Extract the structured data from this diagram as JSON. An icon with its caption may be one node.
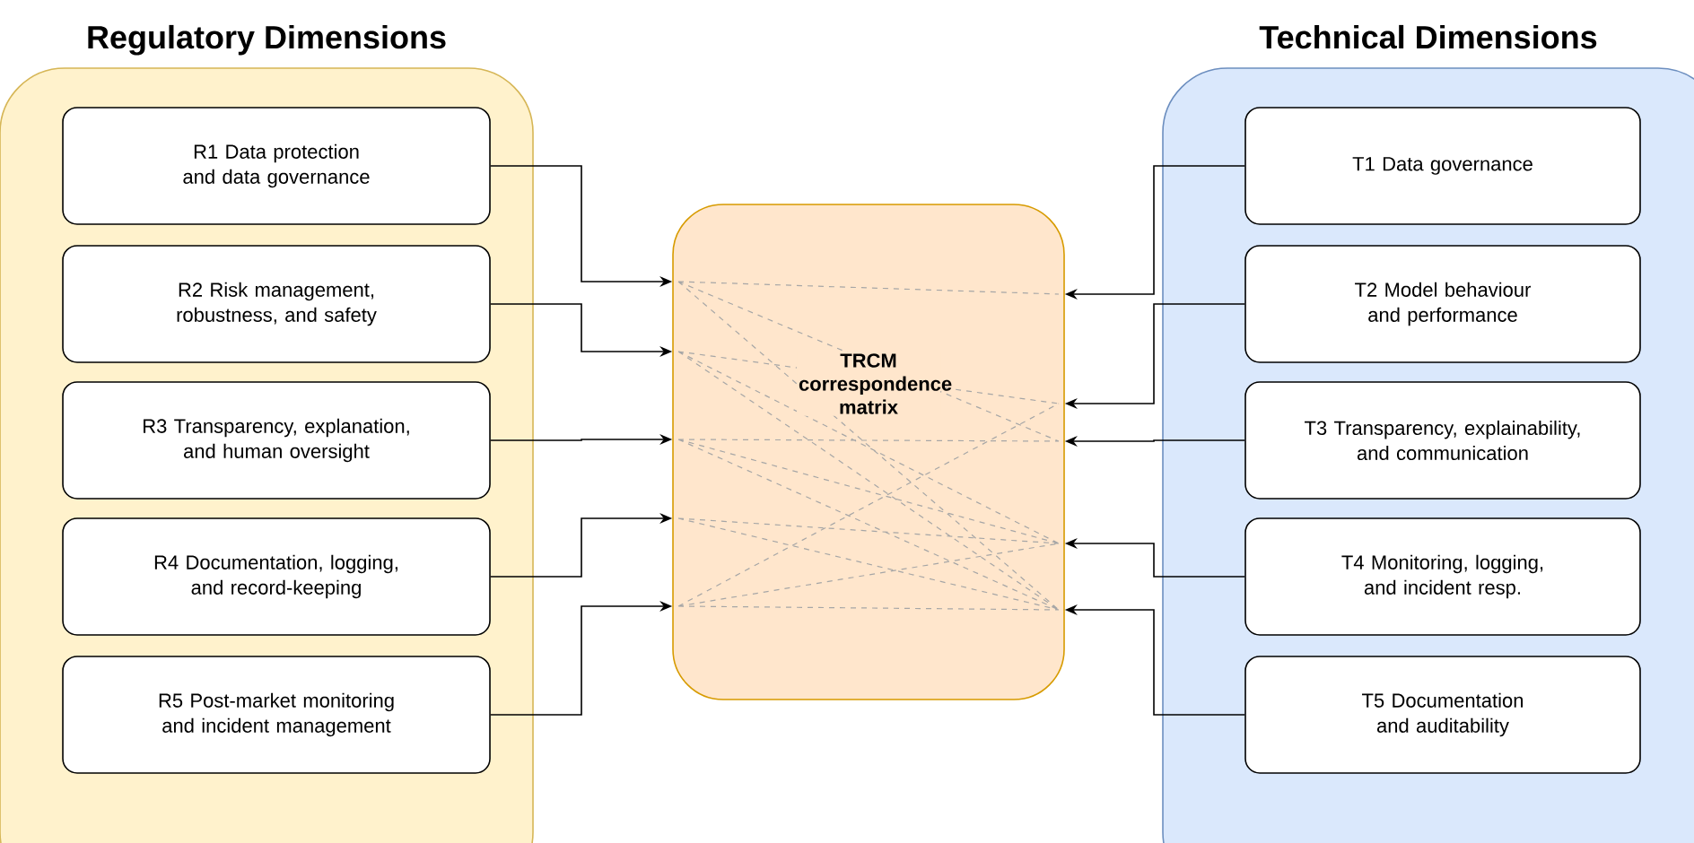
{
  "diagram": {
    "nodes": [
      {
        "text": [
          "Regulatory Dimensions"
        ]
      },
      {
        "text": [
          "R1 Data protection and data governance"
        ],
        "in": 0
      },
      {
        "text": [
          "R2 Risk management, robustness, and safety"
        ],
        "in": 0
      },
      {
        "text": [
          "R3 Transparency, explanation, and human oversight"
        ],
        "in": 0
      },
      {
        "text": [
          "R4 Documentation, logging, and record-keeping"
        ],
        "in": 0
      },
      {
        "text": [
          "R5 Post-market monitoring and incident management"
        ],
        "in": 0
      },
      {
        "text": [
          "TRCM correspondence matrix"
        ]
      },
      {
        "text": [
          "Technical Dimensions"
        ]
      },
      {
        "text": [
          "T1 Data governance"
        ],
        "in": 7
      },
      {
        "text": [
          "T2 Model behaviour and performance"
        ],
        "in": 7
      },
      {
        "text": [
          "T3 Transparency, explainability, and communication"
        ],
        "in": 7
      },
      {
        "text": [
          "T4 Monitoring, logging, and incident resp."
        ],
        "in": 7
      },
      {
        "text": [
          "T5 Documentation and auditability"
        ],
        "in": 7
      }
    ],
    "edges": [
      {
        "from": 1,
        "to": 6,
        "arrow": "to"
      },
      {
        "from": 2,
        "to": 6,
        "arrow": "to"
      },
      {
        "from": 3,
        "to": 6,
        "arrow": "to"
      },
      {
        "from": 4,
        "to": 6,
        "arrow": "to"
      },
      {
        "from": 5,
        "to": 6,
        "arrow": "to"
      },
      {
        "from": 8,
        "to": 6,
        "arrow": "to"
      },
      {
        "from": 9,
        "to": 6,
        "arrow": "to"
      },
      {
        "from": 10,
        "to": 6,
        "arrow": "to"
      },
      {
        "from": 11,
        "to": 6,
        "arrow": "to"
      },
      {
        "from": 12,
        "to": 6,
        "arrow": "to"
      }
    ]
  }
}
